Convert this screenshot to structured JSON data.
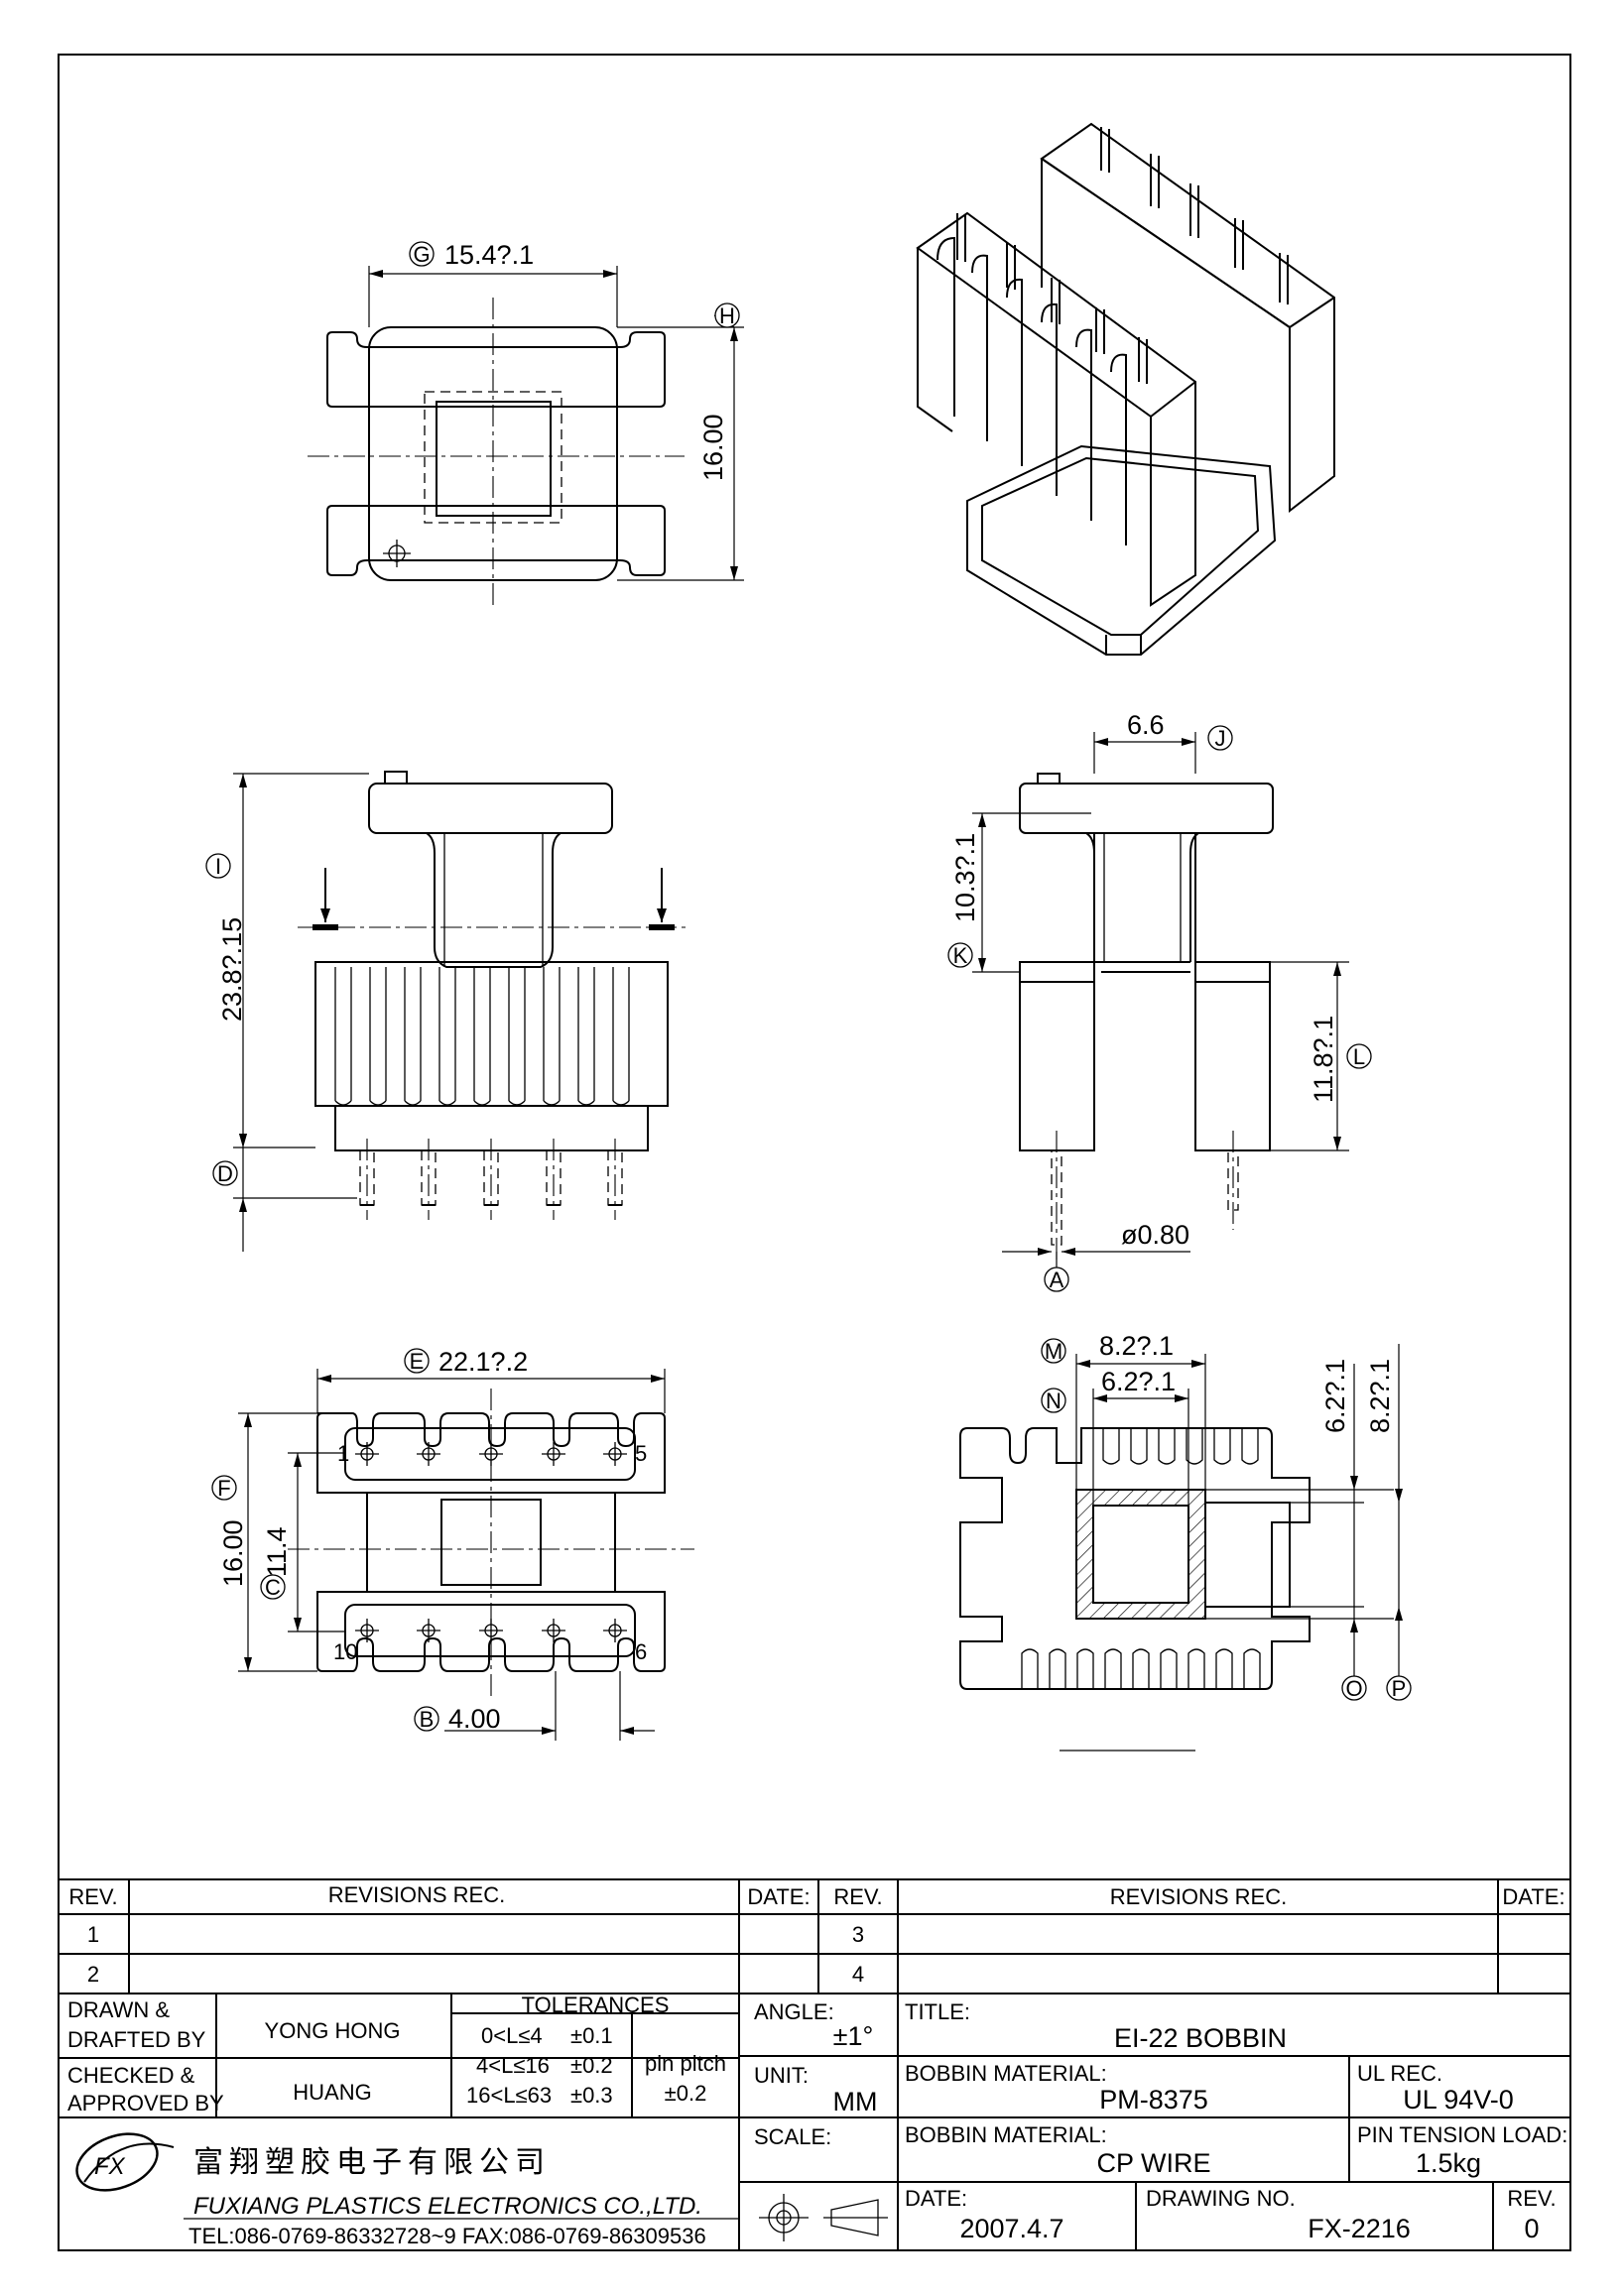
{
  "drawing": {
    "views": {
      "top": {
        "dim_g": {
          "label": "G",
          "value": "15.4?.1"
        },
        "dim_h": {
          "label": "H",
          "value": "16.00"
        }
      },
      "front": {
        "dim_i": {
          "label": "I",
          "value": "23.8?.15"
        },
        "dim_d": {
          "label": "D"
        }
      },
      "side": {
        "dim_j": {
          "label": "J",
          "value": "6.6"
        },
        "dim_k": {
          "label": "K",
          "value": "10.3?.1"
        },
        "dim_l": {
          "label": "L",
          "value": "11.8?.1"
        },
        "dim_a": {
          "label": "A",
          "value": "ø0.80"
        }
      },
      "bottom": {
        "dim_e": {
          "label": "E",
          "value": "22.1?.2"
        },
        "dim_f": {
          "label": "F",
          "value": "16.00"
        },
        "dim_c": {
          "label": "C",
          "value": "11.4"
        },
        "dim_b": {
          "label": "B",
          "value": "4.00"
        },
        "pin_labels": {
          "p1": "1",
          "p5": "5",
          "p10": "10",
          "p6": "6"
        }
      },
      "section": {
        "dim_m": {
          "label": "M",
          "value": "8.2?.1"
        },
        "dim_n": {
          "label": "N",
          "value": "6.2?.1"
        },
        "dim_o": {
          "label": "O",
          "value": "6.2?.1"
        },
        "dim_p": {
          "label": "P",
          "value": "8.2?.1"
        }
      }
    }
  },
  "title_block": {
    "revisions": {
      "rev_header": "REV.",
      "rec_header": "REVISIONS  REC.",
      "date_header": "DATE:",
      "rows_left": [
        "1",
        "2"
      ],
      "rows_right": [
        "3",
        "4"
      ]
    },
    "drawn_label": "DRAWN &",
    "drafted_label": "DRAFTED BY",
    "drawn_by": "YONG HONG",
    "checked_label": "CHECKED &",
    "approved_label": "APPROVED BY",
    "approved_by": "HUANG",
    "tolerances": {
      "header": "TOLERANCES",
      "rows": [
        {
          "range": "0<L≤4",
          "tol": "±0.1"
        },
        {
          "range": "4<L≤16",
          "tol": "±0.2"
        },
        {
          "range": "16<L≤63",
          "tol": "±0.3"
        }
      ],
      "pin_pitch_label": "pin  pitch",
      "pin_pitch_tol": "±0.2"
    },
    "angle_label": "ANGLE:",
    "angle_value": "±1°",
    "unit_label": "UNIT:",
    "unit_value": "MM",
    "scale_label": "SCALE:",
    "title_label": "TITLE:",
    "title_value": "EI-22  BOBBIN",
    "bobbin_material_label": "BOBBIN  MATERIAL:",
    "bobbin_material_value": "PM-8375",
    "ul_rec_label": "UL  REC.",
    "ul_rec_value": "UL  94V-0",
    "bobbin_material2_label": "BOBBIN  MATERIAL:",
    "bobbin_material2_value": "CP   WIRE",
    "pin_tension_label": "PIN  TENSION  LOAD:",
    "pin_tension_value": "1.5kg",
    "date_label": "DATE:",
    "date_value": "2007.4.7",
    "drawing_no_label": "DRAWING  NO.",
    "drawing_no_value": "FX-2216",
    "rev_label": "REV.",
    "rev_value": "0",
    "company": {
      "logo_text": "FX",
      "name_cn": "富翔塑胶电子有限公司",
      "name_en": "FUXIANG  PLASTICS  ELECTRONICS  CO.,LTD.",
      "contact": "TEL:086-0769-86332728~9   FAX:086-0769-86309536"
    }
  }
}
